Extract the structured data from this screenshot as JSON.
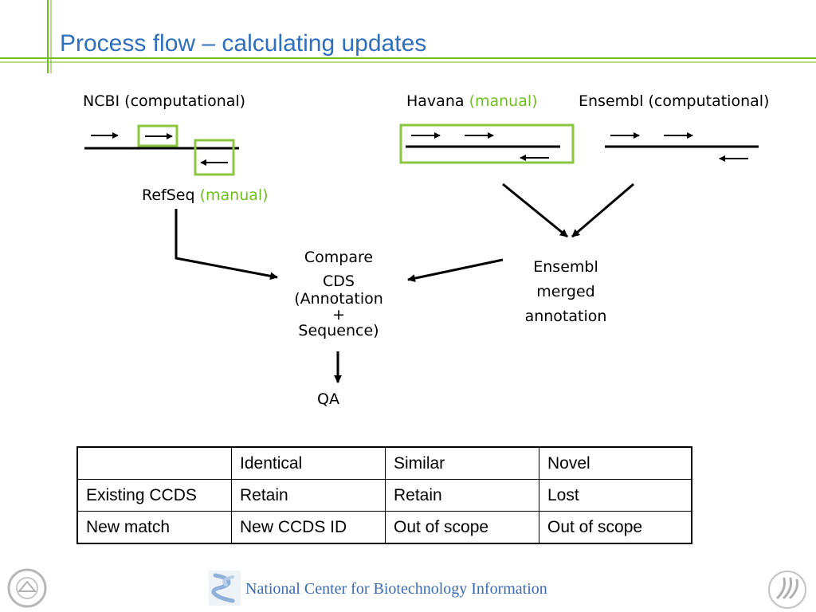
{
  "slide": {
    "title": "Process  flow – calculating updates",
    "accent_color": "#6fbf1f",
    "title_color": "#2f6fbe"
  },
  "diagram": {
    "ncbi_label": "NCBI (computational)",
    "havana_label": "Havana",
    "havana_suffix": "(manual)",
    "ensembl_label": "Ensembl (computational)",
    "refseq_label": "RefSeq",
    "refseq_suffix": "(manual)",
    "compare_lines": [
      "Compare",
      "CDS",
      "(Annotation",
      "+",
      "Sequence)"
    ],
    "merged_lines": [
      "Ensembl",
      "merged",
      "annotation"
    ],
    "qa_label": "QA"
  },
  "table": {
    "headers": [
      "",
      "Identical",
      "Similar",
      "Novel"
    ],
    "rows": [
      [
        "Existing CCDS",
        "Retain",
        "Retain",
        "Lost"
      ],
      [
        "New match",
        "New CCDS ID",
        "Out of scope",
        "Out of scope"
      ]
    ]
  },
  "footer": {
    "org_name": "National Center for Biotechnology Information",
    "logo_left_icon": "nih-seal-icon",
    "logo_center_icon": "ncbi-helix-icon",
    "logo_right_icon": "hhs-eagle-icon"
  }
}
